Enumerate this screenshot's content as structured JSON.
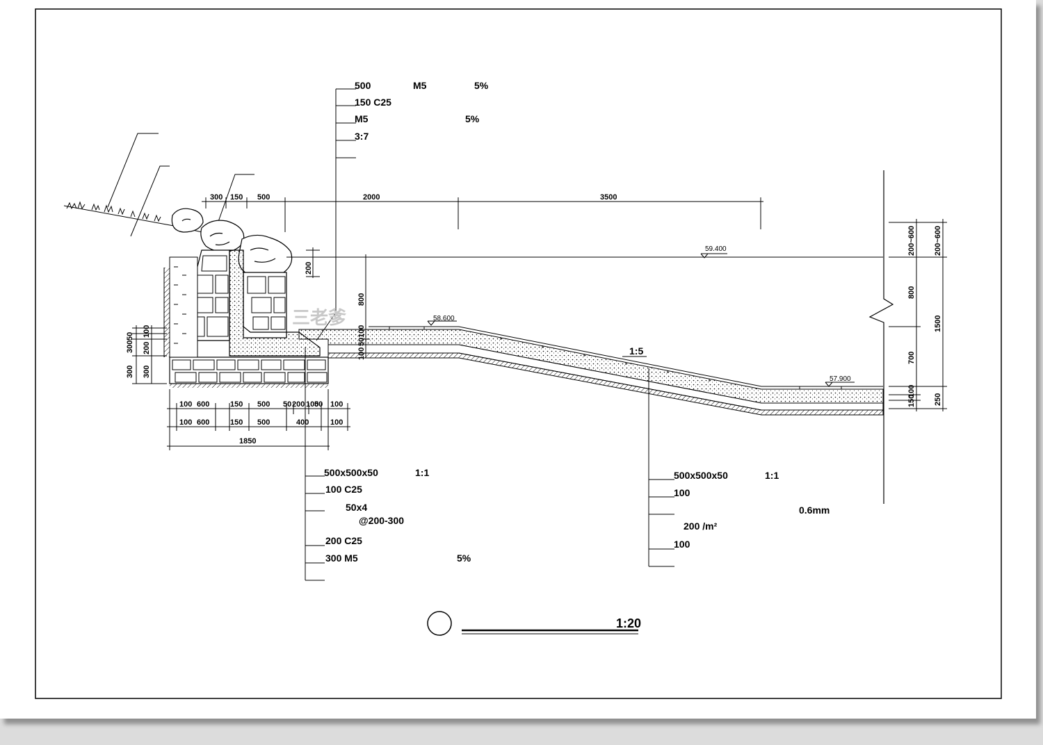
{
  "watermark": "三老爹",
  "scale_note": "1:20",
  "slope_note": "1:5",
  "elevations": {
    "top": "59.400",
    "upper": "58.600",
    "lower": "57.900"
  },
  "top_callout": {
    "lines": [
      {
        "left": "500",
        "mid": "M5",
        "right": "5%"
      },
      {
        "left": "150  C25",
        "mid": "",
        "right": ""
      },
      {
        "left": "M5",
        "mid": "",
        "right": "5%"
      },
      {
        "left": "3:7",
        "mid": "",
        "right": ""
      },
      {
        "left": "",
        "mid": "",
        "right": ""
      }
    ]
  },
  "bottom_left_callout": {
    "lines": [
      {
        "left": "500x500x50",
        "right": "1:1"
      },
      {
        "left": "100  C25",
        "right": ""
      },
      {
        "left": "50x4",
        "right": ""
      },
      {
        "left": "@200-300",
        "right": ""
      },
      {
        "left": "200  C25",
        "right": ""
      },
      {
        "left": "300  M5",
        "right": "5%"
      }
    ]
  },
  "bottom_right_callout": {
    "lines": [
      {
        "left": "500x500x50",
        "right": "1:1"
      },
      {
        "left": "100",
        "right": ""
      },
      {
        "left": "",
        "right": "0.6mm"
      },
      {
        "left": "200  /m²",
        "right": ""
      },
      {
        "left": "100",
        "right": ""
      }
    ]
  },
  "dims_top": [
    "300",
    "150",
    "500",
    "2000",
    "3500"
  ],
  "dims_bottom_row1": [
    "100",
    "600",
    "150",
    "500",
    "50",
    "200",
    "100",
    "50",
    "100"
  ],
  "dims_bottom_row2": [
    "100",
    "600",
    "150",
    "500",
    "400",
    "100"
  ],
  "dims_bottom_total": "1850",
  "dims_left": [
    "300",
    "50",
    "200",
    "100",
    "300"
  ],
  "dims_left_inner": [
    "200",
    "300"
  ],
  "dims_mid": [
    "800",
    "100",
    "50",
    "100"
  ],
  "dims_right_inner": [
    "200~600",
    "800",
    "700",
    "100",
    "150"
  ],
  "dims_right_outer": [
    "200~600",
    "1500",
    "250"
  ],
  "dims_wall_top": "200"
}
